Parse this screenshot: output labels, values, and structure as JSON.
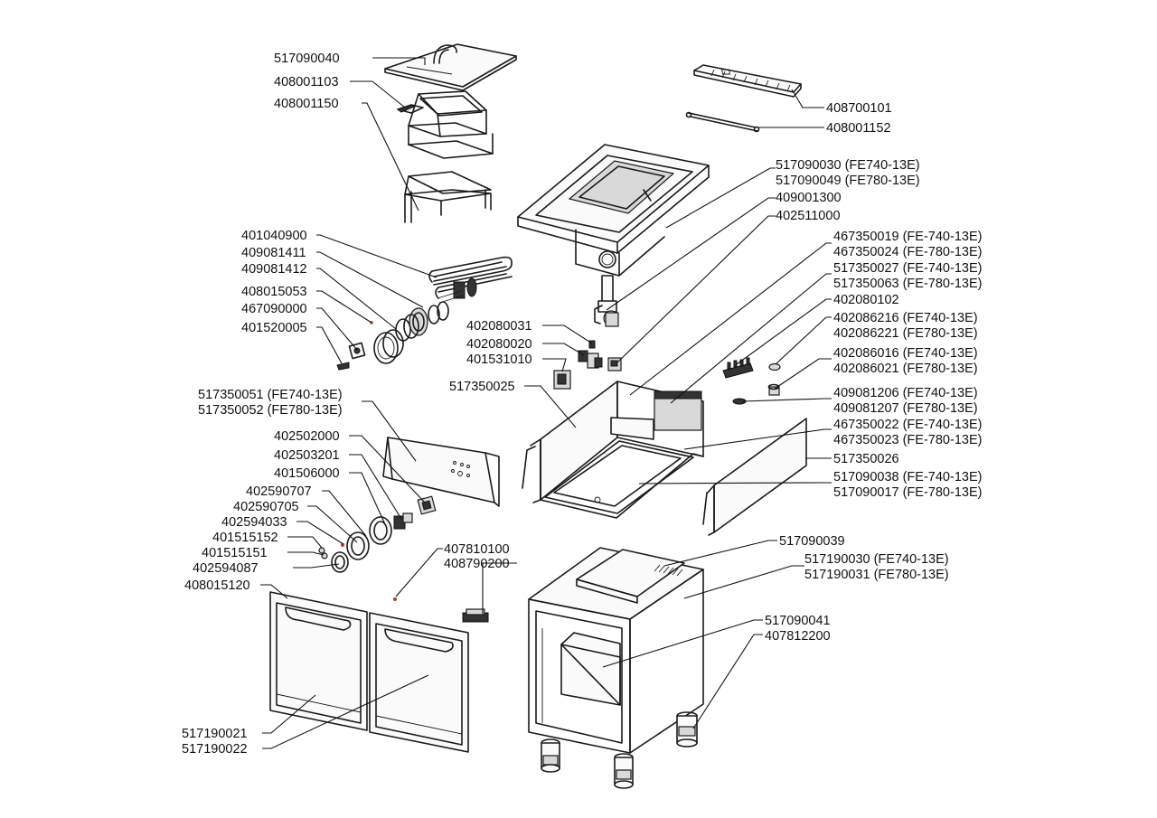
{
  "callouts": [
    {
      "id": "c1",
      "lines": [
        "517090040"
      ]
    },
    {
      "id": "c2",
      "lines": [
        "408001103"
      ]
    },
    {
      "id": "c3",
      "lines": [
        "408001150"
      ]
    },
    {
      "id": "c4",
      "lines": [
        "408700101"
      ]
    },
    {
      "id": "c5",
      "lines": [
        "408001152"
      ]
    },
    {
      "id": "c6",
      "lines": [
        "517090030 (FE740-13E)",
        "517090049 (FE780-13E)"
      ]
    },
    {
      "id": "c7",
      "lines": [
        "409001300"
      ]
    },
    {
      "id": "c8",
      "lines": [
        "402511000"
      ]
    },
    {
      "id": "c9",
      "lines": [
        "401040900"
      ]
    },
    {
      "id": "c10",
      "lines": [
        "409081411"
      ]
    },
    {
      "id": "c11",
      "lines": [
        "409081412"
      ]
    },
    {
      "id": "c12",
      "lines": [
        "408015053"
      ]
    },
    {
      "id": "c13",
      "lines": [
        "467090000"
      ]
    },
    {
      "id": "c14",
      "lines": [
        "401520005"
      ]
    },
    {
      "id": "c15",
      "lines": [
        "467350019 (FE-740-13E)",
        "467350024 (FE-780-13E)"
      ]
    },
    {
      "id": "c16",
      "lines": [
        "517350027 (FE-740-13E)",
        "517350063 (FE-780-13E)"
      ]
    },
    {
      "id": "c17",
      "lines": [
        "402080102"
      ]
    },
    {
      "id": "c18",
      "lines": [
        "402086216 (FE740-13E)",
        "402086221 (FE780-13E)"
      ]
    },
    {
      "id": "c19",
      "lines": [
        "402080031"
      ]
    },
    {
      "id": "c20",
      "lines": [
        "402080020"
      ]
    },
    {
      "id": "c21",
      "lines": [
        "401531010"
      ]
    },
    {
      "id": "c22",
      "lines": [
        "402086016 (FE740-13E)",
        "402086021 (FE780-13E)"
      ]
    },
    {
      "id": "c23",
      "lines": [
        "517350025"
      ]
    },
    {
      "id": "c24",
      "lines": [
        "409081206 (FE740-13E)",
        "409081207 (FE780-13E)"
      ]
    },
    {
      "id": "c25",
      "lines": [
        "517350051 (FE740-13E)",
        "517350052 (FE780-13E)"
      ]
    },
    {
      "id": "c26",
      "lines": [
        "467350022 (FE-740-13E)",
        "467350023 (FE-780-13E)"
      ]
    },
    {
      "id": "c27",
      "lines": [
        "517350026"
      ]
    },
    {
      "id": "c28",
      "lines": [
        "402502000"
      ]
    },
    {
      "id": "c29",
      "lines": [
        "402503201"
      ]
    },
    {
      "id": "c30",
      "lines": [
        "401506000"
      ]
    },
    {
      "id": "c31",
      "lines": [
        "517090038 (FE-740-13E)",
        "517090017 (FE-780-13E)"
      ]
    },
    {
      "id": "c32",
      "lines": [
        "402590707"
      ]
    },
    {
      "id": "c33",
      "lines": [
        "402590705"
      ]
    },
    {
      "id": "c34",
      "lines": [
        "402594033"
      ]
    },
    {
      "id": "c35",
      "lines": [
        "401515152"
      ]
    },
    {
      "id": "c36",
      "lines": [
        "401515151"
      ]
    },
    {
      "id": "c37",
      "lines": [
        "402594087"
      ]
    },
    {
      "id": "c38",
      "lines": [
        "407810100",
        "408790200"
      ]
    },
    {
      "id": "c39",
      "lines": [
        "408015120"
      ]
    },
    {
      "id": "c40",
      "lines": [
        "517090039"
      ]
    },
    {
      "id": "c41",
      "lines": [
        "517190030 (FE740-13E)",
        "517190031 (FE780-13E)"
      ]
    },
    {
      "id": "c42",
      "lines": [
        "517090041",
        "407812200"
      ]
    },
    {
      "id": "c43",
      "lines": [
        "517190021",
        "517190022"
      ]
    }
  ]
}
